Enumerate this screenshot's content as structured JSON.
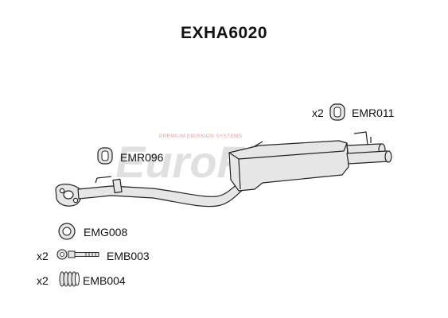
{
  "title": "EXHA6020",
  "watermark": {
    "brand": "EuroFlo",
    "tagline": "PREMIUM EMISSION SYSTEMS"
  },
  "parts": [
    {
      "code": "EMR011",
      "qty": "x2",
      "icon": "rubber-mount-icon"
    },
    {
      "code": "EMR096",
      "qty": "",
      "icon": "rubber-mount-icon"
    },
    {
      "code": "EMG008",
      "qty": "",
      "icon": "gasket-ring-icon"
    },
    {
      "code": "EMB003",
      "qty": "x2",
      "icon": "bolt-icon"
    },
    {
      "code": "EMB004",
      "qty": "x2",
      "icon": "spring-icon"
    }
  ],
  "colors": {
    "line": "#222222",
    "fill": "#e6e6e6",
    "watermark": "#c8c8c8"
  }
}
